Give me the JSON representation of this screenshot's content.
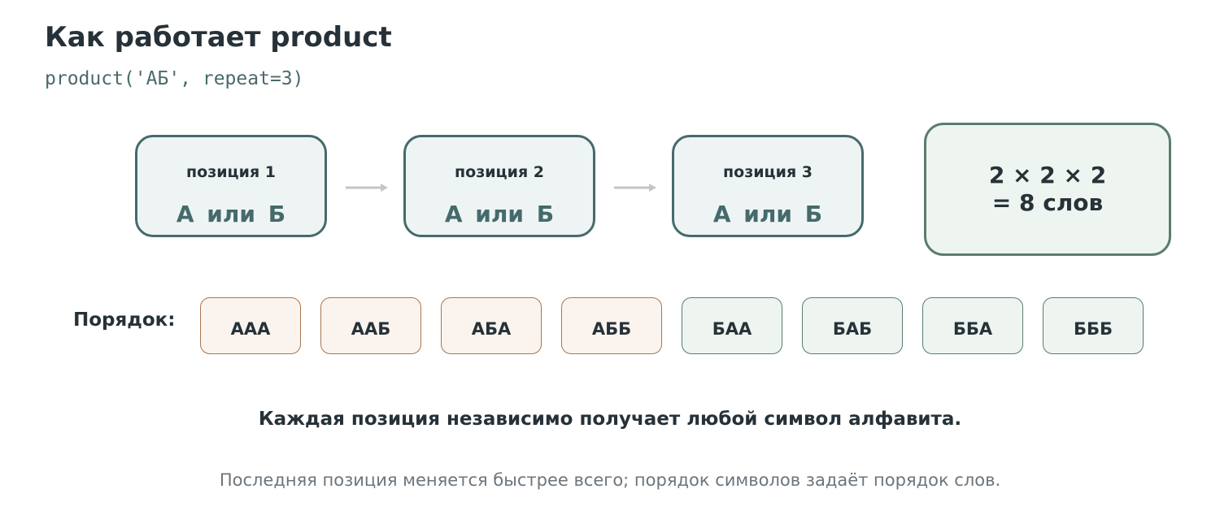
{
  "title": "Как работает product",
  "code": "product('АБ', repeat=3)",
  "positions": [
    {
      "label": "позиция 1",
      "choice": "А или Б"
    },
    {
      "label": "позиция 2",
      "choice": "А или Б"
    },
    {
      "label": "позиция 3",
      "choice": "А или Б"
    }
  ],
  "result": {
    "line1": "2 × 2 × 2",
    "line2": "= 8 слов"
  },
  "order_label": "Порядок:",
  "words": [
    "ААА",
    "ААБ",
    "АБА",
    "АББ",
    "БАА",
    "БАБ",
    "ББА",
    "БББ"
  ],
  "note_main": "Каждая позиция независимо получает любой символ алфавита.",
  "note_sub": "Последняя позиция меняется быстрее всего; порядок символов задаёт порядок слов.",
  "colors": {
    "position_border": "#466a6c",
    "word_a_border": "#a9754f",
    "word_b_border": "#5a7d6d",
    "arrow": "#c2c6c9"
  }
}
